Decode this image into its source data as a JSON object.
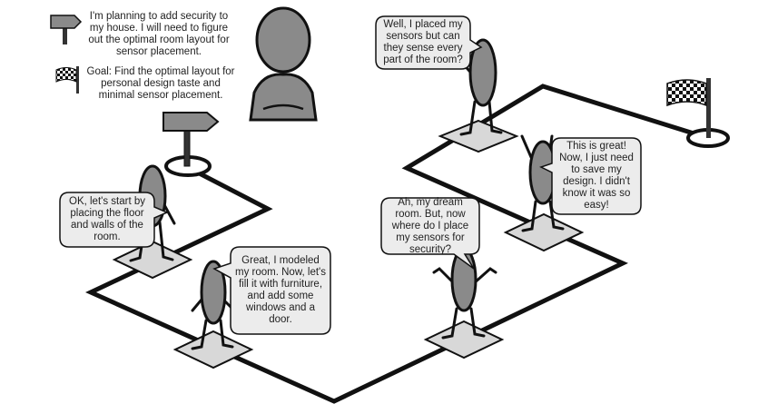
{
  "legend": {
    "sign_text": "I'm planning to add security to my house. I will need to figure out the optimal room layout for sensor placement.",
    "flag_text": "Goal: Find the optimal layout for personal design taste and minimal sensor placement."
  },
  "bubbles": {
    "floor_walls": "OK, let's start by placing the floor and walls of the room.",
    "modeled_room": "Great, I modeled my room. Now, let's fill it with furniture, and add some windows and a door.",
    "dream_room": "Ah, my dream room. But, now where do I place my sensors for security?",
    "placed_sensors": "Well, I placed my sensors but can they sense every part of the room?",
    "save_design": "This is great! Now, I just need to save my design. I didn't know it was so easy!"
  },
  "icons": {
    "sign": "signpost-icon",
    "goal": "checkered-flag-icon",
    "user": "person-bust-icon"
  },
  "colors": {
    "figure_fill": "#8a8a8a",
    "bubble_fill": "#ececec",
    "path": "#111111"
  }
}
